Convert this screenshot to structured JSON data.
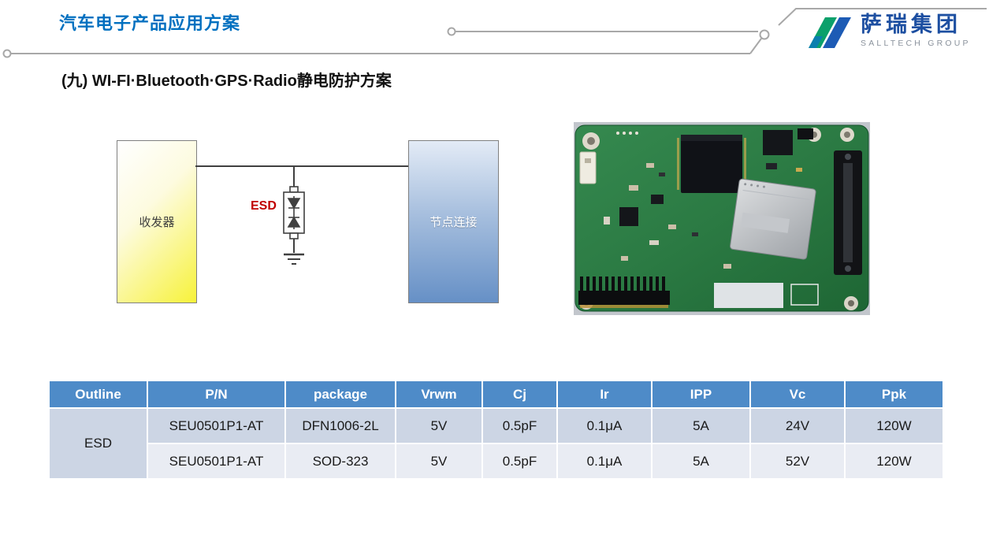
{
  "slide": {
    "title": "汽车电子产品应用方案",
    "section_heading": "(九) WI-FI·Bluetooth·GPS·Radio静电防护方案"
  },
  "logo": {
    "brand": "萨瑞集团",
    "brand_sub": "SALLTECH GROUP"
  },
  "diagram": {
    "transceiver_box": "收发器",
    "node_box": "节点连接",
    "esd_label": "ESD"
  },
  "table": {
    "headers": [
      "Outline",
      "P/N",
      "package",
      "Vrwm",
      "Cj",
      "Ir",
      "IPP",
      "Vc",
      "Ppk"
    ],
    "outline": "ESD",
    "rows": [
      [
        "SEU0501P1-AT",
        "DFN1006-2L",
        "5V",
        "0.5pF",
        "0.1μA",
        "5A",
        "24V",
        "120W"
      ],
      [
        "SEU0501P1-AT",
        "SOD-323",
        "5V",
        "0.5pF",
        "0.1μA",
        "5A",
        "52V",
        "120W"
      ]
    ]
  },
  "colors": {
    "accent_blue": "#0070C0",
    "table_header_blue": "#4E8BC8",
    "esd_red": "#C00000"
  }
}
